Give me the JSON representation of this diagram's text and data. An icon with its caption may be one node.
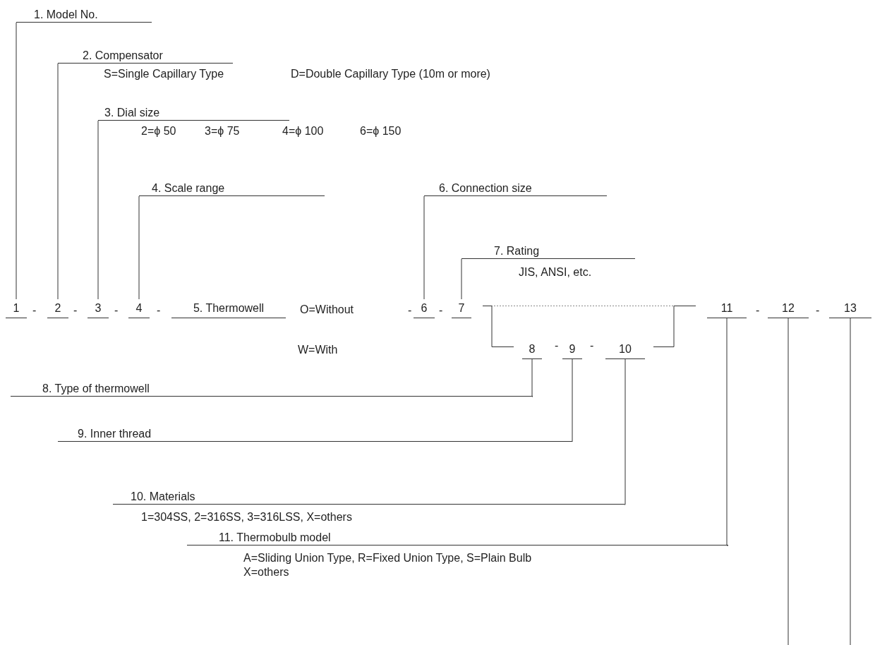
{
  "diagram": {
    "nodes": [
      {
        "text": [
          "1. Model No."
        ]
      },
      {
        "text": [
          "2. Compensator",
          "S=Single Capillary Type",
          "D=Double Capillary Type (10m or more)"
        ]
      },
      {
        "text": [
          "3. Dial size",
          "2=ϕ 50",
          "3=ϕ 75",
          "4=ϕ 100",
          "6=ϕ 150"
        ]
      },
      {
        "text": [
          "4. Scale range"
        ]
      },
      {
        "text": [
          "6. Connection size"
        ]
      },
      {
        "text": [
          "7. Rating",
          "JIS, ANSI, etc."
        ]
      },
      {
        "text": [
          "1"
        ]
      },
      {
        "text": [
          "2"
        ]
      },
      {
        "text": [
          "3"
        ]
      },
      {
        "text": [
          "4"
        ]
      },
      {
        "text": [
          "5. Thermowell"
        ],
        "beside": [
          "O=Without",
          "W=With"
        ]
      },
      {
        "text": [
          "6"
        ]
      },
      {
        "text": [
          "7"
        ]
      },
      {
        "text": [
          "11"
        ]
      },
      {
        "text": [
          "12"
        ]
      },
      {
        "text": [
          "13"
        ]
      },
      {
        "text": [
          "8"
        ]
      },
      {
        "text": [
          "9"
        ]
      },
      {
        "text": [
          "10"
        ]
      },
      {
        "text": [
          "8. Type of thermowell"
        ]
      },
      {
        "text": [
          "9. Inner thread"
        ]
      },
      {
        "text": [
          "10. Materials",
          "1=304SS, 2=316SS, 3=316LSS, X=others"
        ]
      },
      {
        "text": [
          "11. Thermobulb model",
          "A=Sliding Union Type, R=Fixed Union Type, S=Plain Bulb X=others"
        ]
      }
    ],
    "edges": [
      {
        "from": 0,
        "to": 6,
        "arrow": "none"
      },
      {
        "from": 1,
        "to": 7,
        "arrow": "none"
      },
      {
        "from": 2,
        "to": 8,
        "arrow": "none"
      },
      {
        "from": 3,
        "to": 9,
        "arrow": "none"
      },
      {
        "from": 4,
        "to": 11,
        "arrow": "none"
      },
      {
        "from": 5,
        "to": 12,
        "arrow": "none"
      },
      {
        "from": 12,
        "to": 13,
        "arrow": "none",
        "style": "dashed"
      },
      {
        "from": 12,
        "to": 16,
        "arrow": "none"
      },
      {
        "from": 18,
        "to": 13,
        "arrow": "none"
      },
      {
        "from": 19,
        "to": 16,
        "arrow": "none"
      },
      {
        "from": 20,
        "to": 17,
        "arrow": "none"
      },
      {
        "from": 21,
        "to": 18,
        "arrow": "none"
      },
      {
        "from": 22,
        "to": 13,
        "arrow": "none"
      },
      {
        "from": 14,
        "to": null,
        "arrow": "none"
      },
      {
        "from": 15,
        "to": null,
        "arrow": "none"
      }
    ],
    "labels": [
      "-",
      "-",
      "-",
      "-",
      "-",
      "-",
      "-",
      "-",
      "-",
      "-"
    ]
  }
}
